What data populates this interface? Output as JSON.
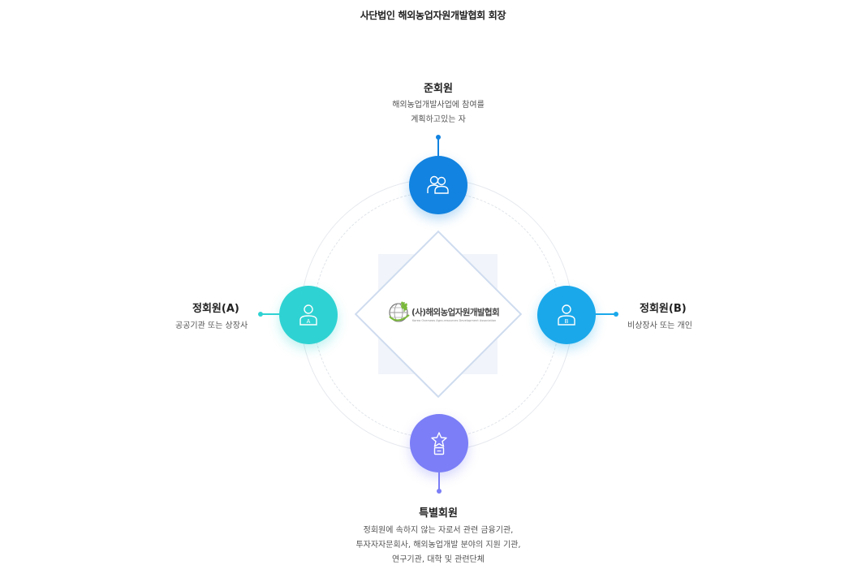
{
  "header": {
    "title": "사단법인 해외농업자원개발협회 회장"
  },
  "center": {
    "logo_text": "(사)해외농업자원개발협회",
    "logo_subtext": "Korea Overseas Agro-resources Development Association"
  },
  "members": {
    "associate": {
      "title": "준회원",
      "desc_line1": "해외농업개발사업에 참여를",
      "desc_line2": "계획하고있는 자",
      "color": "#1283e0",
      "icon": "group-user-icon"
    },
    "regular_a": {
      "title": "정회원(A)",
      "desc_line1": "공공기관 또는 상장사",
      "badge": "A",
      "color": "#2fd2d2",
      "icon": "user-icon"
    },
    "regular_b": {
      "title": "정회원(B)",
      "desc_line1": "비상장사 또는 개인",
      "badge": "B",
      "color": "#1aa8ea",
      "icon": "user-icon"
    },
    "special": {
      "title": "특별회원",
      "desc_line1": "정회원에 속하지 않는 자로서 관련 금융기관,",
      "desc_line2": "투자자자문회사, 해외농업개발 분야의 지원 기관,",
      "desc_line3": "연구기관, 대학 및 관련단체",
      "color": "#7b7ef6",
      "icon": "star-trophy-icon"
    }
  }
}
